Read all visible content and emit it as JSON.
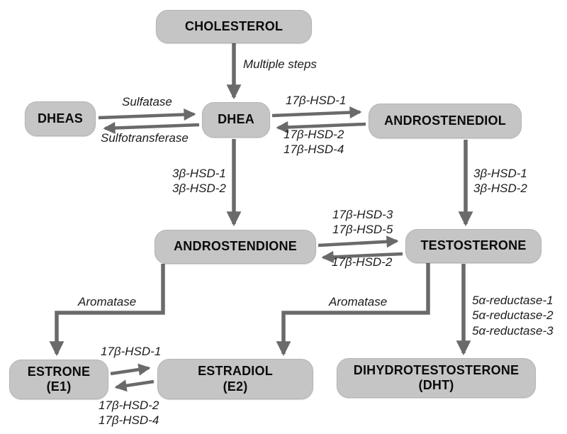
{
  "diagram": {
    "name": "steroidogenesis-pathway",
    "colors": {
      "box_fill": "#c5c5c5",
      "arrow": "#6a6a6a",
      "background": "#ffffff",
      "text": "#0b0b0b"
    }
  },
  "nodes": [
    {
      "id": "cholesterol",
      "label": "CHOLESTEROL"
    },
    {
      "id": "dheas",
      "label": "DHEAS"
    },
    {
      "id": "dhea",
      "label": "DHEA"
    },
    {
      "id": "androstenediol",
      "label": "ANDROSTENEDIOL"
    },
    {
      "id": "androstendione",
      "label": "ANDROSTENDIONE"
    },
    {
      "id": "testosterone",
      "label": "TESTOSTERONE"
    },
    {
      "id": "estrone",
      "label": "ESTRONE",
      "sublabel": "(E1)"
    },
    {
      "id": "estradiol",
      "label": "ESTRADIOL",
      "sublabel": "(E2)"
    },
    {
      "id": "dht",
      "label": "DIHYDROTESTOSTERONE",
      "sublabel": "(DHT)"
    }
  ],
  "edge_labels": {
    "multiple_steps": "Multiple steps",
    "sulfatase": "Sulfatase",
    "sulfotransferase": "Sulfotransferase",
    "dhea_to_androstenediol": "17β-HSD-1",
    "androstenediol_to_dhea": "17β-HSD-2\n17β-HSD-4",
    "dhea_to_androstendione": "3β-HSD-1\n3β-HSD-2",
    "androstenediol_to_testosterone": "3β-HSD-1\n3β-HSD-2",
    "androstendione_to_testosterone": "17β-HSD-3\n17β-HSD-5",
    "testosterone_to_androstendione": "17β-HSD-2",
    "androstendione_to_estrone": "Aromatase",
    "testosterone_to_estradiol": "Aromatase",
    "testosterone_to_dht": "5α-reductase-1\n5α-reductase-2\n5α-reductase-3",
    "estrone_to_estradiol": "17β-HSD-1",
    "estradiol_to_estrone": "17β-HSD-2\n17β-HSD-4"
  }
}
